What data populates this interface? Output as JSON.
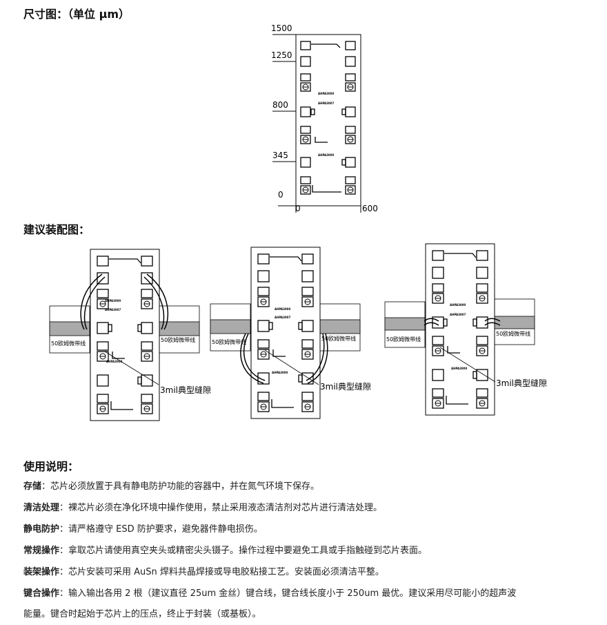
{
  "sections": {
    "dimension_title": "尺寸图：（单位 μm）",
    "assembly_title": "建议装配图：",
    "usage_title": "使用说明："
  },
  "dimension_figure": {
    "y_ticks": [
      "1500",
      "1250",
      "800",
      "345",
      "0"
    ],
    "x_ticks": [
      "0",
      "600"
    ],
    "chip_markings": [
      "AHPA3000",
      "AHPA3007",
      "AHPA3000"
    ]
  },
  "assembly": {
    "board_label": "50欧姆微带线",
    "gap_label": "3mil典型缝隙",
    "chip_markings": [
      "AHPA3000",
      "AHPA3007",
      "AHPA3000"
    ]
  },
  "usage": [
    {
      "label": "存储",
      "text": "：芯片必须放置于具有静电防护功能的容器中，并在氮气环境下保存。"
    },
    {
      "label": "清洁处理",
      "text": "：裸芯片必须在净化环境中操作使用，禁止采用液态清洁剂对芯片进行清洁处理。"
    },
    {
      "label": "静电防护",
      "text": "：请严格遵守 ESD 防护要求，避免器件静电损伤。"
    },
    {
      "label": "常规操作",
      "text": "：拿取芯片请使用真空夹头或精密尖头镊子。操作过程中要避免工具或手指触碰到芯片表面。"
    },
    {
      "label": "装架操作",
      "text": "：芯片安装可采用 AuSn 焊料共晶焊接或导电胶粘接工艺。安装面必须清洁平整。"
    },
    {
      "label": "键合操作",
      "text": "：输入输出各用 2 根（建议直径 25um 金丝）键合线，键合线长度小于 250um 最优。建议采用尽可能小的超声波"
    },
    {
      "label": "",
      "text": "能量。键合时起始于芯片上的压点，终止于封装（或基板）。"
    }
  ]
}
